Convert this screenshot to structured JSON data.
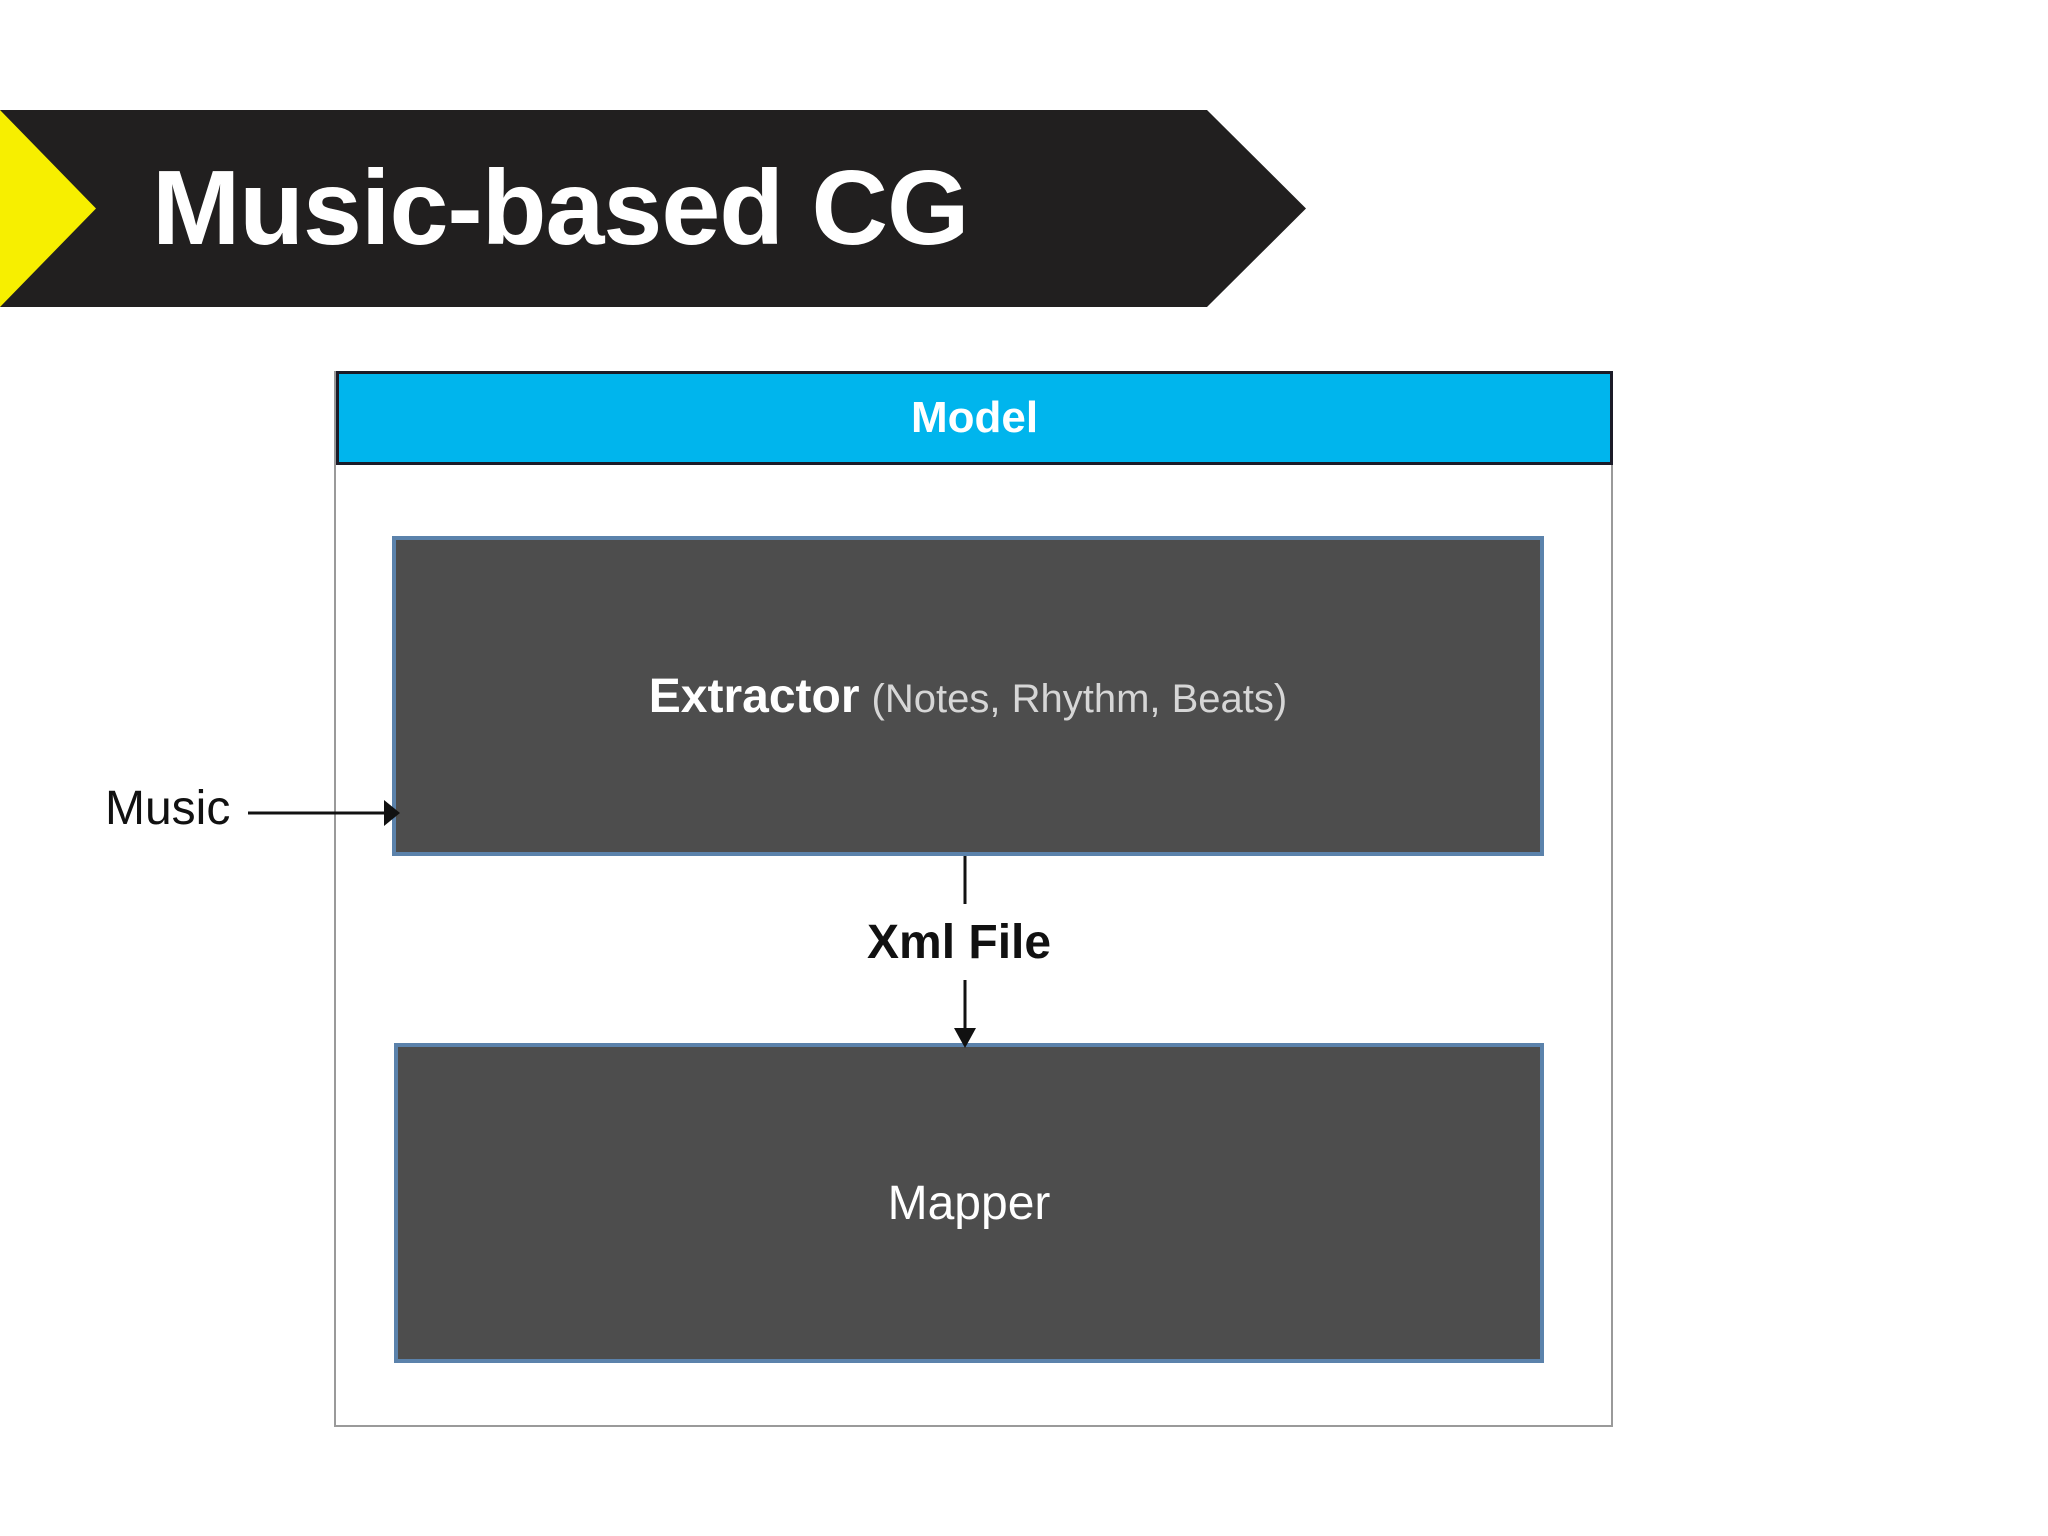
{
  "slide": {
    "title": "Music-based CG",
    "background_color": "#ffffff"
  },
  "banner": {
    "accent_color": "#f7ef00",
    "body_color": "#211f1f",
    "title_color": "#ffffff"
  },
  "model": {
    "header_label": "Model",
    "header_bg": "#00b5ed",
    "header_text_color": "#ffffff",
    "border_color": "#9a9a9a"
  },
  "blocks": [
    {
      "name": "extractor",
      "title": "Extractor",
      "subtitle": "(Notes, Rhythm, Beats)",
      "fill": "#4d4d4d",
      "border": "#5b82ab",
      "title_color": "#ffffff",
      "subtitle_color": "#d6d6d6"
    },
    {
      "name": "mapper",
      "title": "Mapper",
      "fill": "#4d4d4d",
      "border": "#5b82ab",
      "title_color": "#ffffff"
    }
  ],
  "connectors": [
    {
      "name": "music-input",
      "label": "Music",
      "from": "external",
      "to": "extractor",
      "direction": "right",
      "color": "#111111"
    },
    {
      "name": "xml-file",
      "label": "Xml File",
      "from": "extractor",
      "to": "mapper",
      "direction": "down",
      "color": "#111111"
    }
  ],
  "chart_data": {
    "type": "diagram",
    "title": "Music-based CG",
    "nodes": [
      {
        "id": "model",
        "label": "Model",
        "role": "container-header"
      },
      {
        "id": "extractor",
        "label": "Extractor (Notes, Rhythm, Beats)",
        "role": "process"
      },
      {
        "id": "mapper",
        "label": "Mapper",
        "role": "process"
      }
    ],
    "edges": [
      {
        "from": "Music",
        "to": "extractor",
        "label": "Music"
      },
      {
        "from": "extractor",
        "to": "mapper",
        "label": "Xml File"
      }
    ]
  }
}
